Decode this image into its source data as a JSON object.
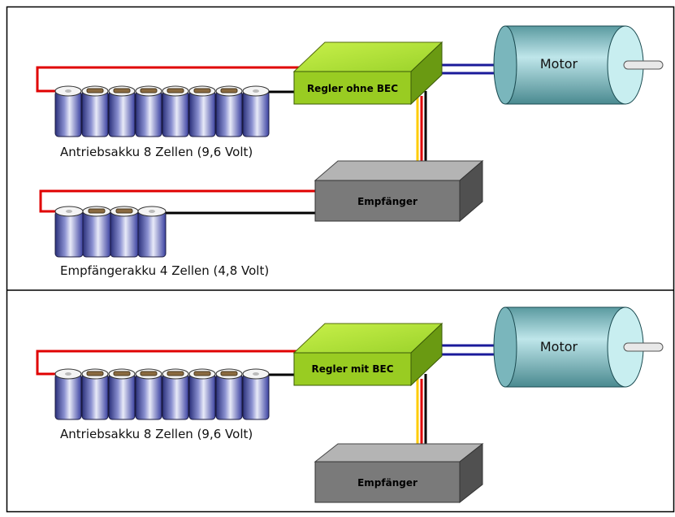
{
  "panels": [
    {
      "controller_label": "Regler ohne BEC",
      "motor_label": "Motor",
      "drive_battery_label": "Antriebsakku 8 Zellen (9,6 Volt)",
      "receiver_label": "Empfänger",
      "receiver_battery_label": "Empfängerakku 4 Zellen (4,8 Volt)"
    },
    {
      "controller_label": "Regler mit BEC",
      "motor_label": "Motor",
      "drive_battery_label": "Antriebsakku 8 Zellen (9,6 Volt)",
      "receiver_label": "Empfänger"
    }
  ],
  "colors": {
    "controller": "#99cc22",
    "receiver": "#7a7a7a",
    "motor": "#a8d8dc",
    "cell": "#4a52a8",
    "wire_plus": "#e00000",
    "wire_minus": "#000000",
    "wire_motor": "#1a1a9a",
    "wire_signal": "#ffcc00"
  }
}
